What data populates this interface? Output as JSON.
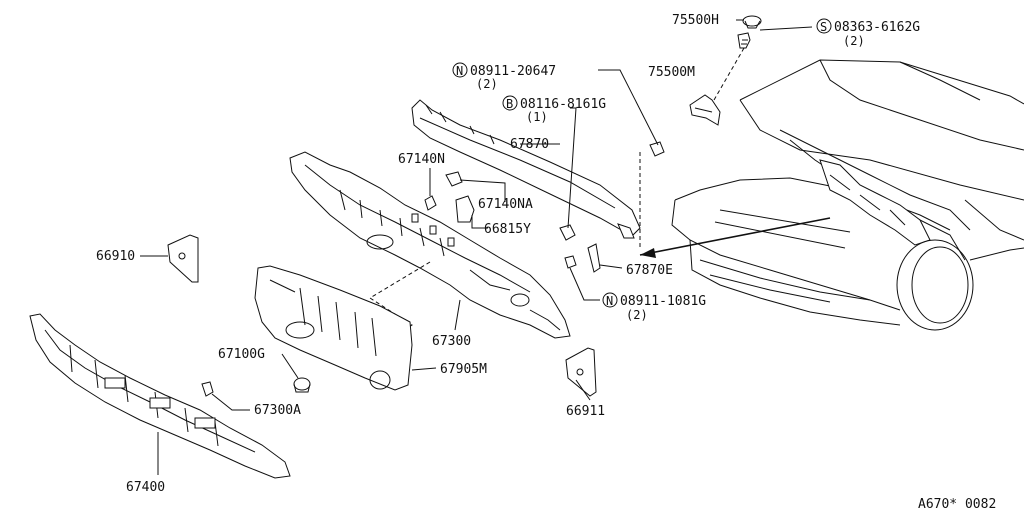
{
  "labels": {
    "p75500H": "75500H",
    "s08363": "08363-6162G",
    "s08363_qty": "(2)",
    "p75500M": "75500M",
    "n08911a": "08911-20647",
    "n08911a_qty": "(2)",
    "b08116": "08116-8161G",
    "b08116_qty": "(1)",
    "p67870": "67870",
    "p67140N": "67140N",
    "p67140NA": "67140NA",
    "p66815Y": "66815Y",
    "p66910": "66910",
    "p67870E": "67870E",
    "n08911b": "08911-1081G",
    "n08911b_qty": "(2)",
    "p67300": "67300",
    "p67100G": "67100G",
    "p67905M": "67905M",
    "p67300A": "67300A",
    "p66911": "66911",
    "p67400": "67400",
    "diagram_id": "A670* 0082"
  },
  "symbols": {
    "S": "S",
    "N": "N",
    "B": "B"
  }
}
